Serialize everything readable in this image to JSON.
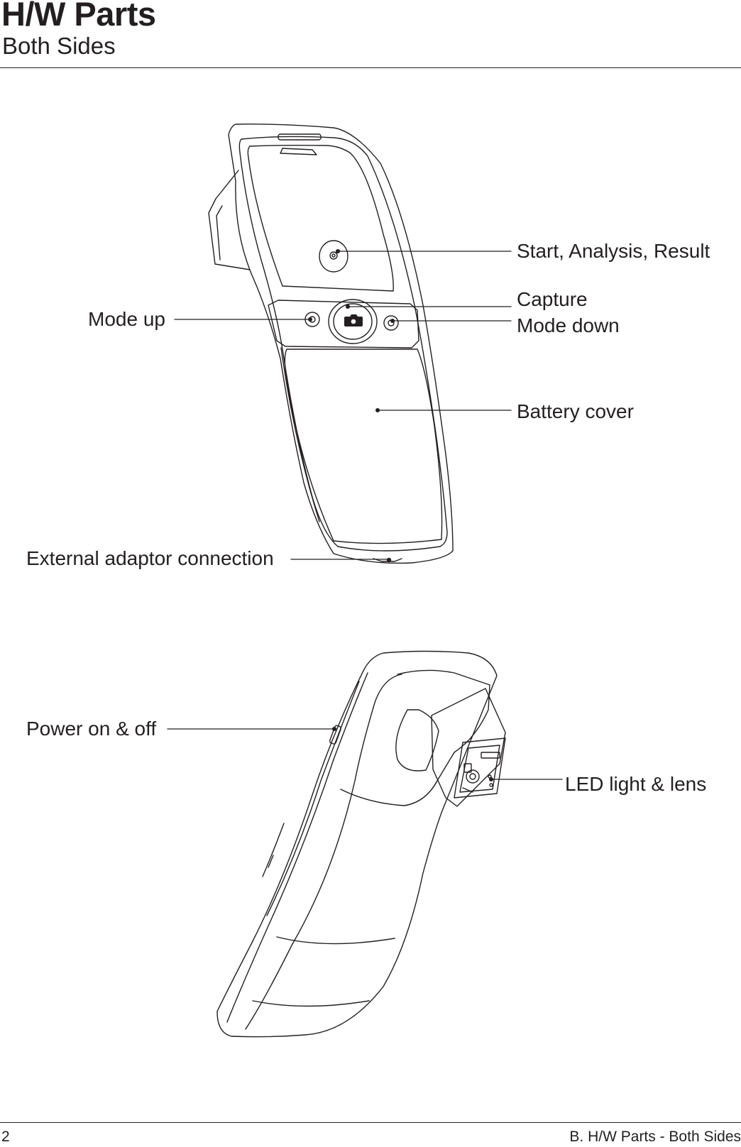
{
  "header": {
    "title": "H/W Parts",
    "subtitle": "Both Sides"
  },
  "front_view": {
    "callouts": {
      "start_analysis_result": "Start, Analysis, Result",
      "capture": "Capture",
      "mode_down": "Mode down",
      "mode_up": "Mode up",
      "battery_cover": "Battery cover",
      "external_adaptor": "External adaptor connection"
    }
  },
  "back_view": {
    "callouts": {
      "power": "Power on & off",
      "led_lens": "LED light & lens"
    }
  },
  "footer": {
    "page_number": "2",
    "section": "B. H/W Parts - Both Sides"
  },
  "icons": [
    "camera-icon",
    "circle-button-icon"
  ]
}
